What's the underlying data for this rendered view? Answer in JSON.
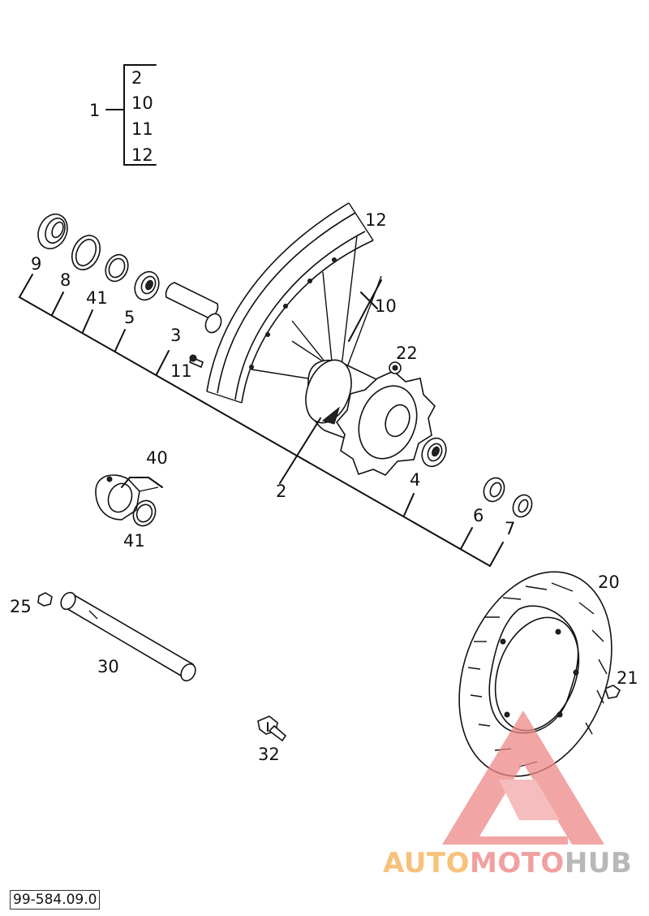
{
  "assembly_list": {
    "parent": "1",
    "children": [
      "2",
      "10",
      "11",
      "12"
    ]
  },
  "callouts": {
    "n2": "2",
    "n3": "3",
    "n4": "4",
    "n5": "5",
    "n6": "6",
    "n7": "7",
    "n8": "8",
    "n9": "9",
    "n10": "10",
    "n11": "11",
    "n12": "12",
    "n20": "20",
    "n21": "21",
    "n22": "22",
    "n25": "25",
    "n30": "30",
    "n32": "32",
    "n40": "40",
    "n41_top": "41",
    "n41_bottom": "41"
  },
  "footer": {
    "code": "99-584.09.0"
  },
  "watermark": {
    "part1": "AUTO",
    "part2": "MOTO",
    "part3": "HUB",
    "colors": {
      "auto": "#f7c27a",
      "moto": "#f0a0a0",
      "hub": "#b8b8b8",
      "triangle": "#ee8888"
    }
  }
}
